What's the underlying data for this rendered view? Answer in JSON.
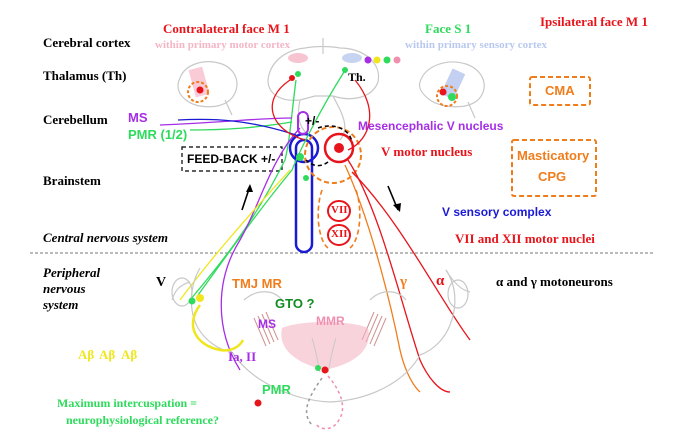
{
  "left_labels": {
    "cerebral_cortex": "Cerebral cortex",
    "thalamus": "Thalamus (Th)",
    "cerebellum": "Cerebellum",
    "brainstem": "Brainstem",
    "cns": "Central nervous system",
    "pns_line1": "Peripheral",
    "pns_line2": "nervous",
    "pns_line3": "system"
  },
  "top_labels": {
    "contralateral": "Contralateral face M 1",
    "within_motor": "within primary motor cortex",
    "face_s1": "Face S 1",
    "within_sensory": "within primary sensory cortex",
    "ipsilateral": "Ipsilateral face M 1",
    "th": "Th."
  },
  "brain_labels": {
    "ms": "MS",
    "pmr": "PMR (1/2)",
    "plus_minus": "+/-",
    "feedback": "FEED-BACK +/-",
    "mesencephalic": "Mesencephalic V nucleus",
    "v_motor": "V motor nucleus",
    "v_sensory": "V sensory complex",
    "vii_xii_nuclei": "VII and XII motor nuclei",
    "vii": "VII",
    "xii": "XII",
    "cma": "CMA",
    "masticatory_1": "Masticatory",
    "masticatory_2": "CPG"
  },
  "periphery_labels": {
    "v": "V",
    "tmj": "TMJ MR",
    "gto": "GTO ?",
    "ms": "MS",
    "mmr": "MMR",
    "ia_ii": "Ia, II",
    "gamma": "γ",
    "alpha": "α",
    "motoneurons": "α and γ motoneurons",
    "abeta": [
      "Aβ",
      "Aβ",
      "Aβ"
    ],
    "pmr": "PMR",
    "max_intercusp_1": "Maximum intercuspation =",
    "max_intercusp_2": "neurophysiological reference?"
  },
  "colors": {
    "red": "#e8141b",
    "green": "#2edb5c",
    "purple": "#a62ee6",
    "blue": "#1a1ad6",
    "orange": "#f07d1c",
    "pink": "#f08fb0",
    "lightpink": "#f5b5c5",
    "lightblue": "#b8c8ee",
    "yellow": "#f0e61e",
    "darkgreen": "#0f8c1f",
    "gray": "#9a9a9a"
  }
}
